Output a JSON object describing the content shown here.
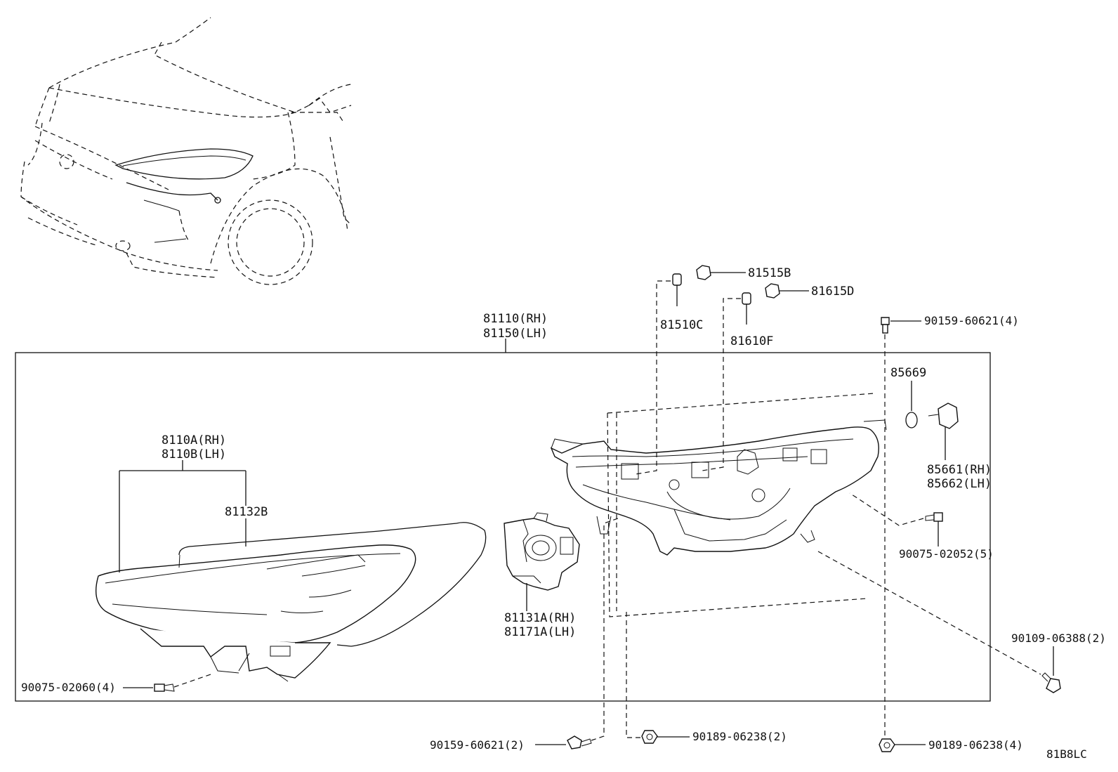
{
  "diagram": {
    "code": "81B8LC",
    "assembly": {
      "line1": "81110(RH)",
      "line2": "81150(LH)"
    },
    "labels": {
      "p81515B": "81515B",
      "p81615D": "81615D",
      "p81510C": "81510C",
      "p81610F": "81610F",
      "p90159_top": "90159-60621(4)",
      "p85669": "85669",
      "p85661": "85661(RH)",
      "p85662": "85662(LH)",
      "p90075_02052": "90075-02052(5)",
      "p90109": "90109-06388(2)",
      "p8110A": "8110A(RH)",
      "p8110B": "8110B(LH)",
      "p81132B": "81132B",
      "p81131A": "81131A(RH)",
      "p81171A": "81171A(LH)",
      "p90075_02060": "90075-02060(4)",
      "p90159_bottom": "90159-60621(2)",
      "p90189_mid": "90189-06238(2)",
      "p90189_right": "90189-06238(4)"
    },
    "icons": [
      "vehicle-front-icon",
      "headlamp-lens-icon",
      "headlamp-housing-icon",
      "fog-lamp-unit-icon",
      "bulb-icon",
      "socket-icon",
      "screw-icon",
      "bolt-icon",
      "cap-icon",
      "gasket-ring-icon"
    ]
  }
}
